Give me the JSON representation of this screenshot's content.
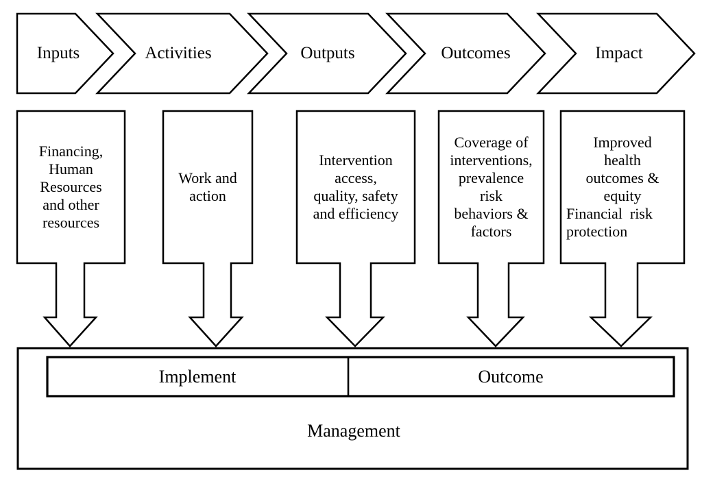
{
  "colors": {
    "background": "#ffffff",
    "line": "#000000",
    "text": "#000000"
  },
  "chevrons": [
    {
      "label": "Inputs"
    },
    {
      "label": "Activities"
    },
    {
      "label": "Outputs"
    },
    {
      "label": "Outcomes"
    },
    {
      "label": "Impact"
    }
  ],
  "flow_boxes": [
    {
      "name": "inputs",
      "lines": [
        "Financing,",
        "Human",
        "Resources",
        "and other",
        "resources"
      ]
    },
    {
      "name": "activities",
      "lines": [
        "Work and",
        "action"
      ]
    },
    {
      "name": "outputs",
      "lines": [
        "Intervention",
        "access,",
        "quality, safety",
        "and efficiency"
      ]
    },
    {
      "name": "outcomes",
      "lines": [
        "Coverage of",
        "interventions,",
        "prevalence",
        "risk",
        "behaviors &",
        "factors"
      ]
    },
    {
      "name": "impact",
      "lines": [
        "Improved",
        "health",
        "outcomes &",
        "equity",
        "Financial  risk",
        "protection"
      ]
    }
  ],
  "bottom_panel": {
    "implement_label": "Implement",
    "outcome_label": "Outcome",
    "management_label": "Management"
  }
}
